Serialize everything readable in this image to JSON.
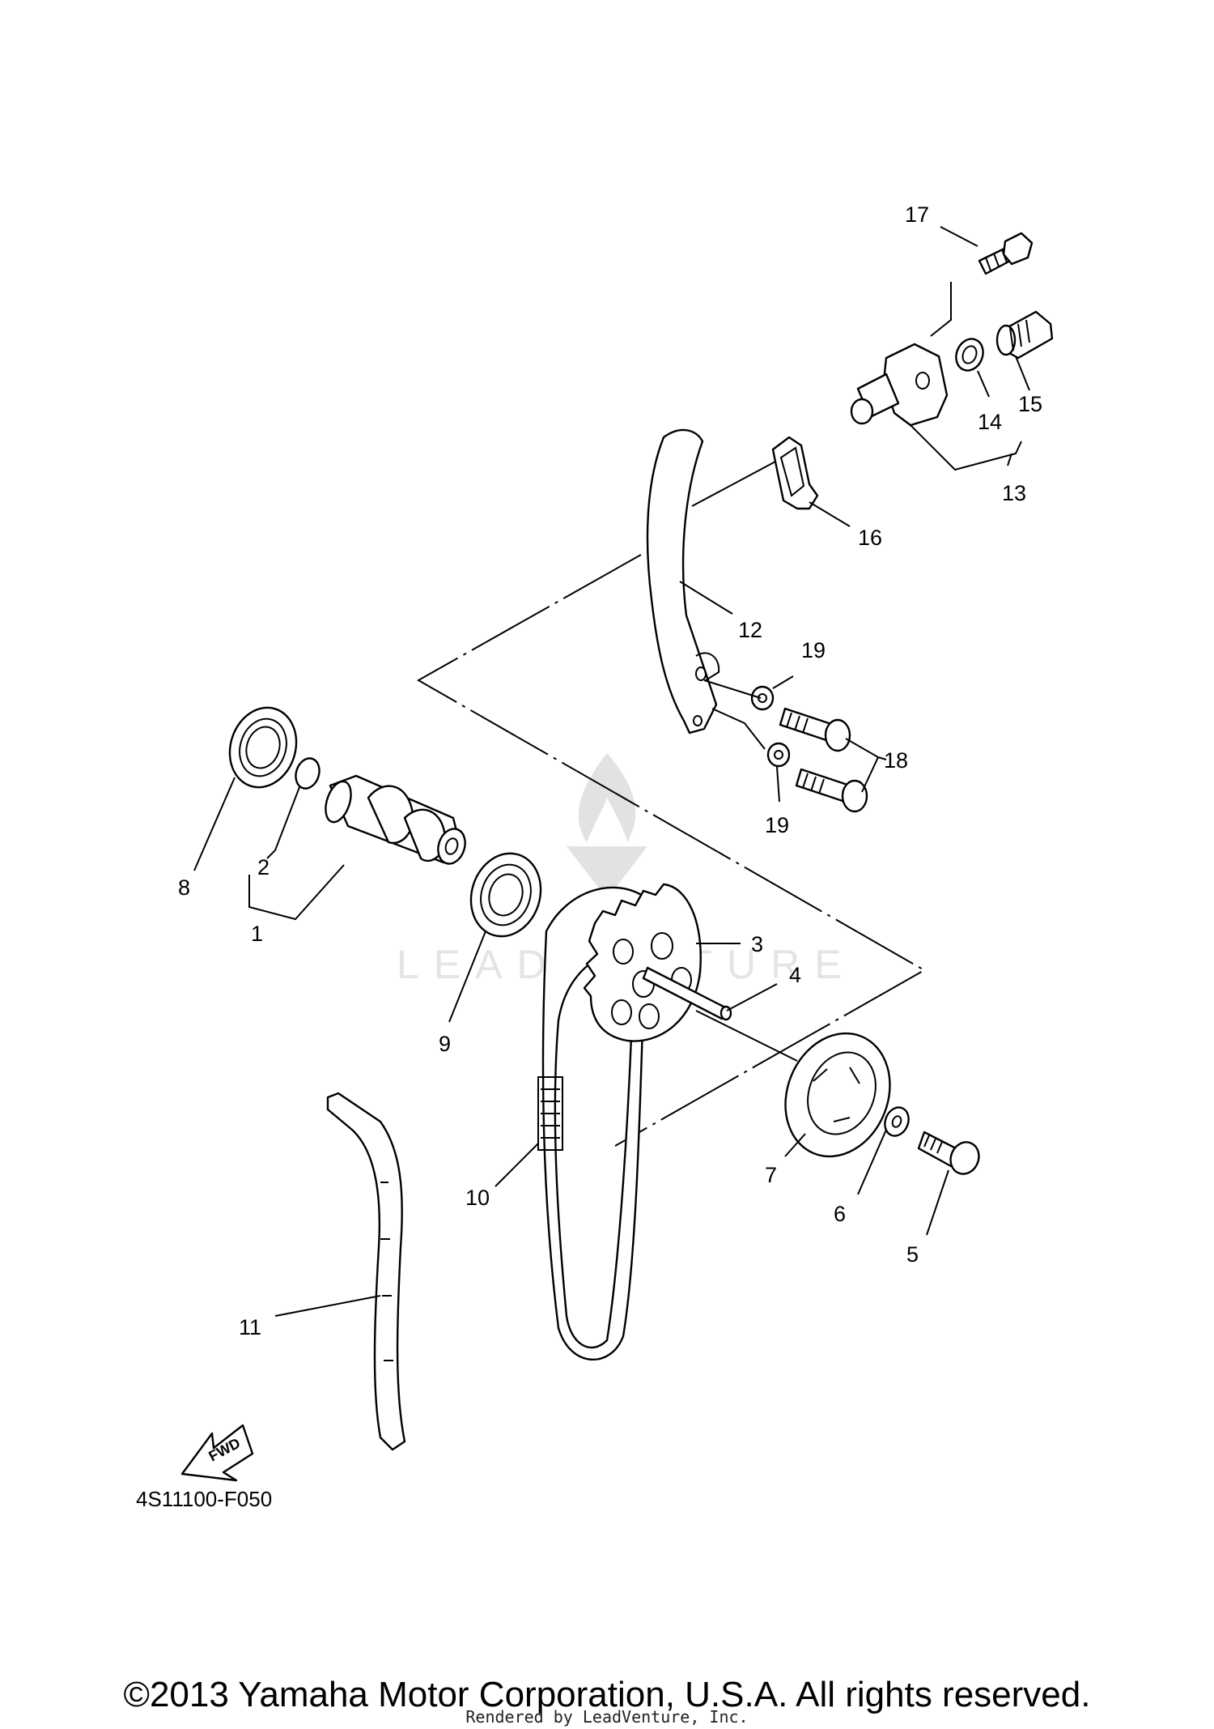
{
  "diagram": {
    "callouts": {
      "c1": "1",
      "c2": "2",
      "c3": "3",
      "c4": "4",
      "c5": "5",
      "c6": "6",
      "c7": "7",
      "c8": "8",
      "c9": "9",
      "c10": "10",
      "c11": "11",
      "c12": "12",
      "c13": "13",
      "c14": "14",
      "c15": "15",
      "c16": "16",
      "c17": "17",
      "c18": "18",
      "c19a": "19",
      "c19b": "19"
    },
    "fwd_label": "FWD",
    "watermark_text": "LEADVENTURE",
    "figure_code": "4S11100-F050"
  },
  "footer": {
    "copyright": "©2013 Yamaha Motor Corporation, U.S.A. All rights reserved.",
    "rendered_by": "Rendered by LeadVenture, Inc."
  }
}
